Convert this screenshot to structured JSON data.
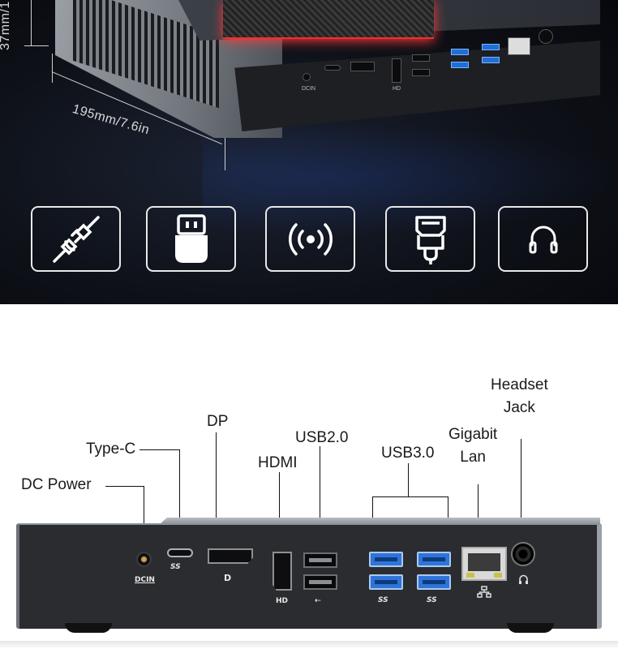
{
  "dimensions": {
    "height_label": "37mm/1",
    "width_label": "195mm/7.6in"
  },
  "feature_icons": [
    "power-plug-icon",
    "usb-plug-icon",
    "wireless-signal-icon",
    "hdmi-plug-icon",
    "headphones-icon"
  ],
  "device_port_marks": {
    "dcin": "DCIN",
    "hd": "HD",
    "ss": "SS"
  },
  "ports": {
    "dc_power": "DC Power",
    "type_c": "Type-C",
    "dp": "DP",
    "hdmi": "HDMI",
    "usb20": "USB2.0",
    "usb30": "USB3.0",
    "gigabit_lan": [
      "Gigabit",
      "Lan"
    ],
    "headset_jack": [
      "Headset",
      "Jack"
    ]
  },
  "colors": {
    "accent_red": "#ff2a2a",
    "usb3_blue": "#2f74d8"
  }
}
